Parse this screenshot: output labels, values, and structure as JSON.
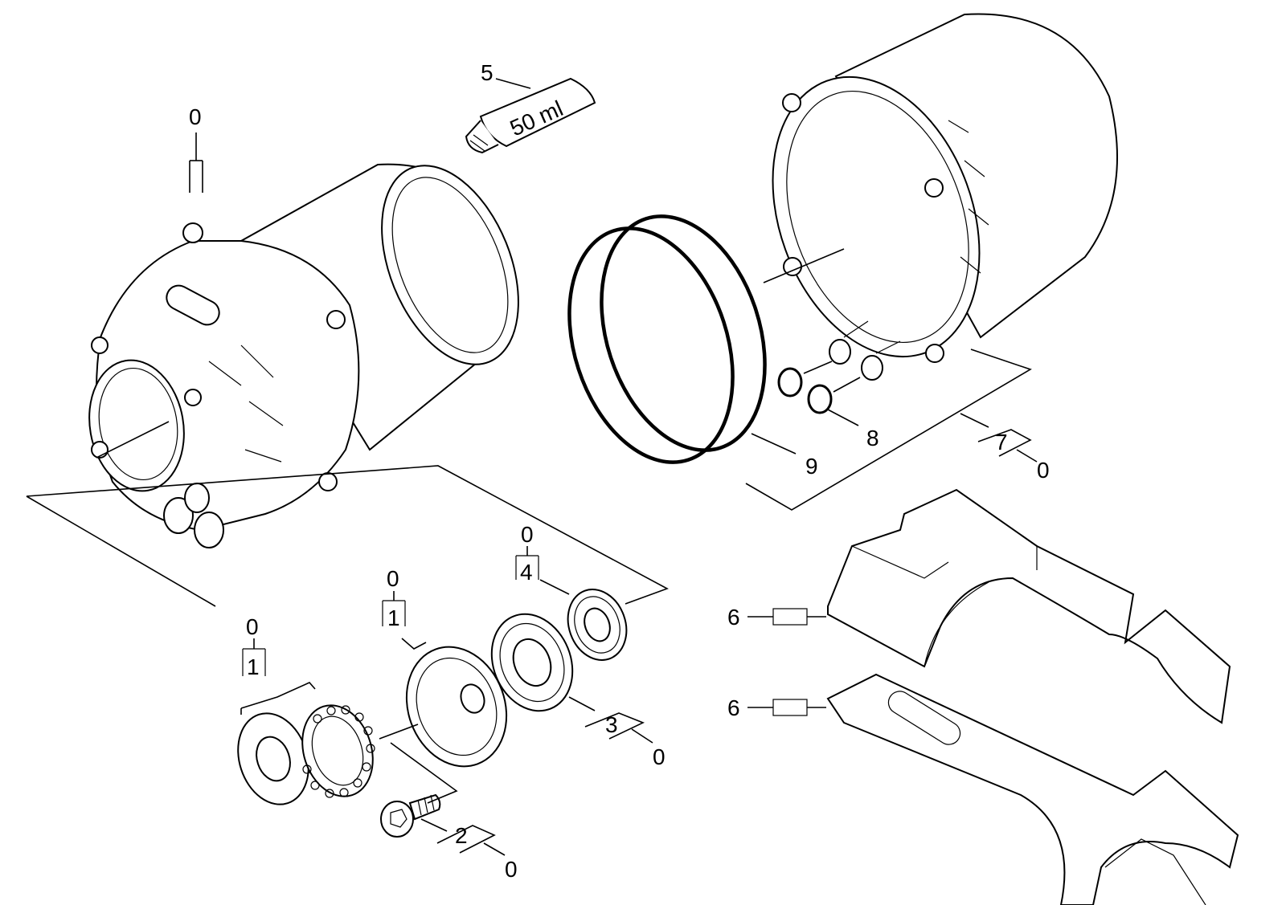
{
  "callouts": {
    "motor_top": "0",
    "grease_tube_no": "5",
    "grease_tube_label": "50 ml",
    "o_rings_small": "8",
    "o_ring_large": "9",
    "housing_set": "7",
    "housing_set_suffix": "0",
    "bracket_upper": "6",
    "bracket_lower": "6",
    "bearing_set_4": "4",
    "bearing_set_4_top": "0",
    "disc_set_1": "1",
    "disc_set_1_top": "0",
    "washer_set_1": "1",
    "washer_set_1_top": "0",
    "bearing_set_3": "3",
    "bearing_set_3_suffix": "0",
    "bolt_set_2": "2",
    "bolt_set_2_suffix": "0"
  }
}
